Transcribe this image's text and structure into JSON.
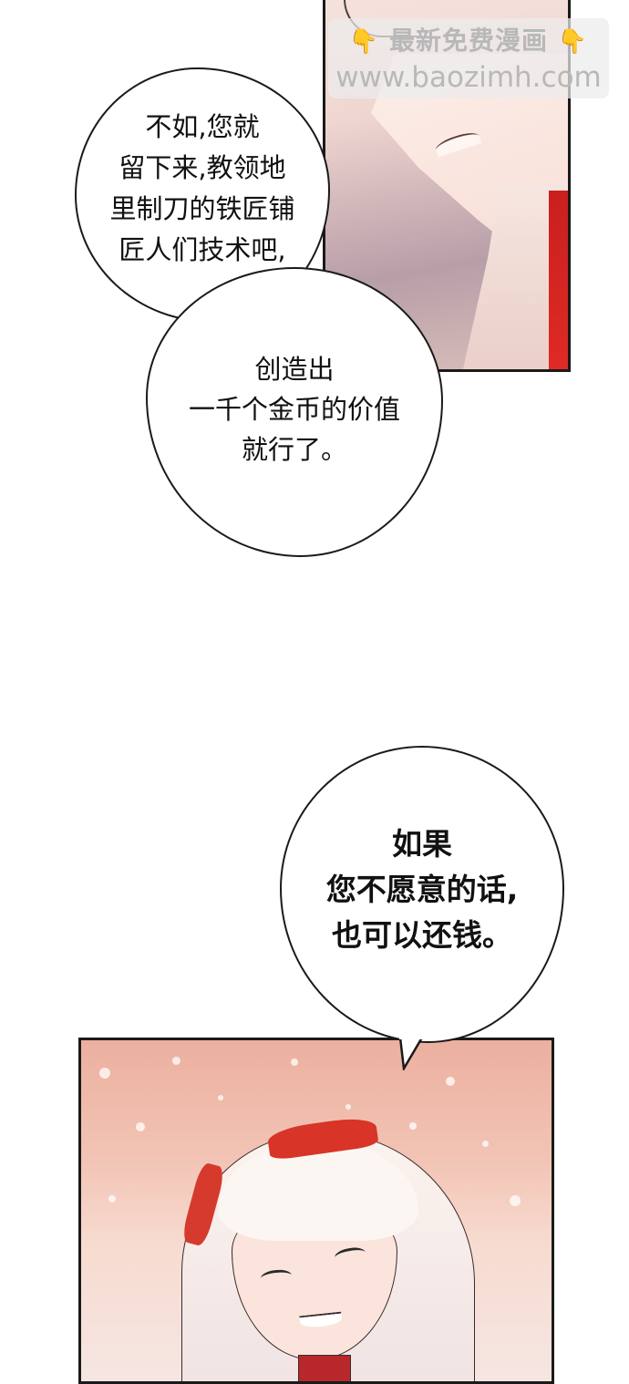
{
  "watermark": {
    "line1": "最新免费漫画",
    "line2": "www.baozimh.com",
    "icon": "pointing-down-hand-icon"
  },
  "bubbles": [
    {
      "id": "bubble-1",
      "text": "不如,您就\n留下来,教领地\n里制刀的铁匠铺\n匠人们技术吧,"
    },
    {
      "id": "bubble-2",
      "text": "创造出\n一千个金币的价值\n就行了。"
    },
    {
      "id": "bubble-3",
      "text": "如果\n您不愿意的话,\n也可以还钱。"
    }
  ],
  "colors": {
    "panel_border": "#1a1a1a",
    "bow_red": "#d83428",
    "bg_peach": "#ecb09f"
  }
}
